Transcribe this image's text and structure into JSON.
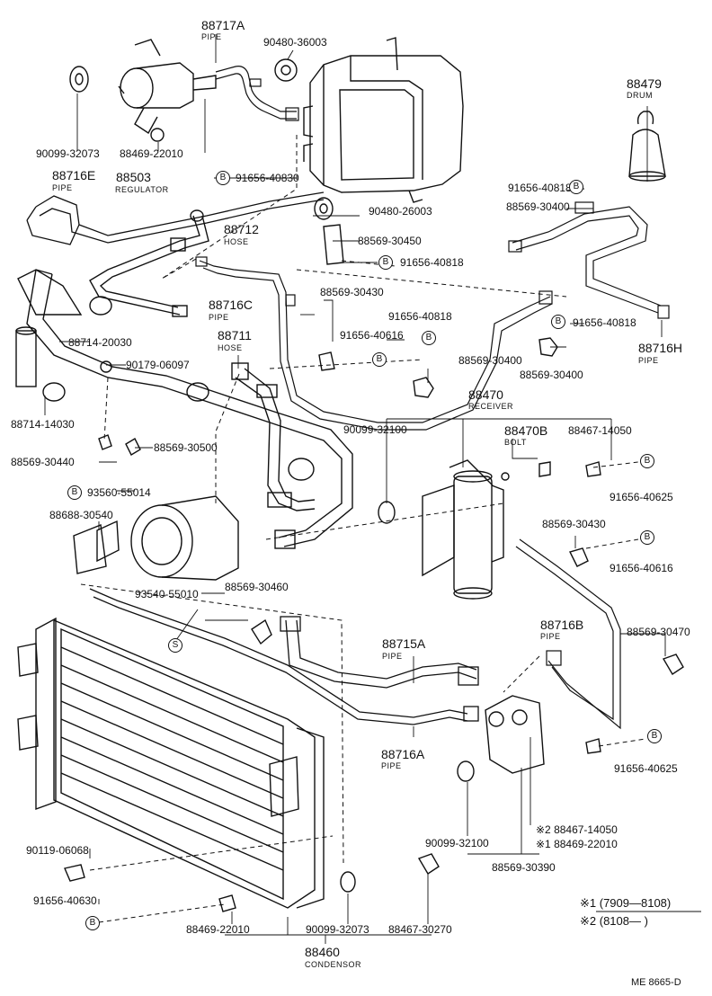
{
  "colors": {
    "ink": "#111111",
    "paper": "#ffffff"
  },
  "symbols": {
    "b": "B",
    "s": "S"
  },
  "labels": {
    "p88717A": "88717A",
    "p88717A_desc": "PIPE",
    "p90480_36003": "90480-36003",
    "p88479": "88479",
    "p88479_desc": "DRUM",
    "p90099_32073_top": "90099-32073",
    "p88469_22010_top": "88469-22010",
    "p88503": "88503",
    "p88503_desc": "REGULATOR",
    "p91656_40830": "91656-40830",
    "p88716E": "88716E",
    "p88716E_desc": "PIPE",
    "p91656_40818_a": "91656-40818",
    "p88569_30400_a": "88569-30400",
    "p90480_26003": "90480-26003",
    "p88712": "88712",
    "p88712_desc": "HOSE",
    "p88569_30450": "88569-30450",
    "p91656_40818_b": "91656-40818",
    "p88716C": "88716C",
    "p88716C_desc": "PIPE",
    "p88569_30430_a": "88569-30430",
    "p91656_40818_c": "91656-40818",
    "p91656_40818_d": "91656-40818",
    "p88714_20030": "88714-20030",
    "p88711": "88711",
    "p88711_desc": "HOSE",
    "p91656_40616_a": "91656-40616",
    "p88716H": "88716H",
    "p88716H_desc": "PIPE",
    "p90179_06097": "90179-06097",
    "p88569_30400_b": "88569-30400",
    "p88569_30400_c": "88569-30400",
    "p88714_14030": "88714-14030",
    "p88470": "88470",
    "p88470_desc": "RECEIVER",
    "p90099_32100_a": "90099-32100",
    "p88470B": "88470B",
    "p88470B_desc": "BOLT",
    "p88467_14050": "88467-14050",
    "p88569_30500": "88569-30500",
    "p88569_30440": "88569-30440",
    "p91656_40625_a": "91656-40625",
    "p93560_55014": "93560-55014",
    "p88688_30540": "88688-30540",
    "p88569_30430_b": "88569-30430",
    "p91656_40616_b": "91656-40616",
    "p93540_55010": "93540-55010",
    "p88569_30460": "88569-30460",
    "p88716B": "88716B",
    "p88716B_desc": "PIPE",
    "p88569_30470": "88569-30470",
    "p88715A": "88715A",
    "p88715A_desc": "PIPE",
    "p88716A": "88716A",
    "p88716A_desc": "PIPE",
    "p91656_40625_b": "91656-40625",
    "p88467_14050_note": "※2 88467-14050",
    "p88469_22010_note": "※1 88469-22010",
    "p90099_32100_b": "90099-32100",
    "p90119_06068": "90119-06068",
    "p88569_30390": "88569-30390",
    "p91656_40630": "91656-40630",
    "p88469_22010_bot": "88469-22010",
    "p90099_32073_bot": "90099-32073",
    "p88467_30270": "88467-30270",
    "p88460": "88460",
    "p88460_desc": "CONDENSOR"
  },
  "legend": {
    "note1": "※1 (7909—8108)",
    "note2": "※2 (8108—        )"
  },
  "diagram_code": "ME 8665-D"
}
